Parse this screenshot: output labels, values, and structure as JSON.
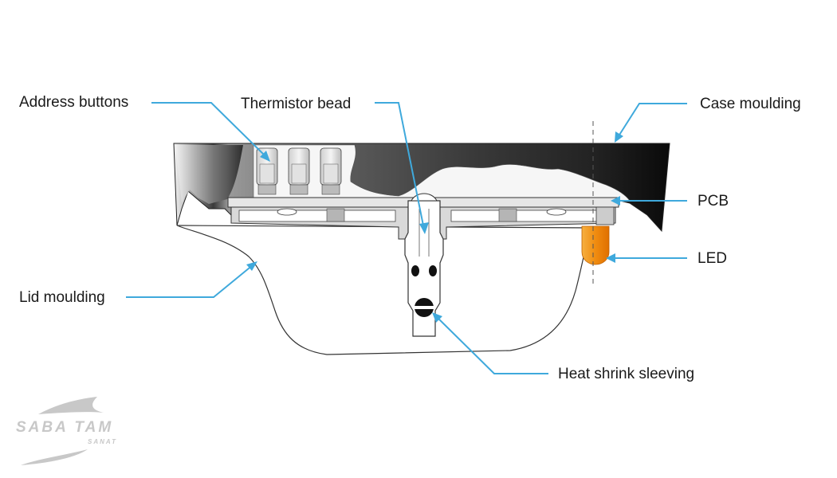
{
  "labels": {
    "address_buttons": "Address buttons",
    "thermistor_bead": "Thermistor bead",
    "case_moulding": "Case moulding",
    "pcb": "PCB",
    "led": "LED",
    "lid_moulding": "Lid moulding",
    "heat_shrink_sleeving": "Heat shrink sleeving"
  },
  "watermark": {
    "main": "SABA TAM",
    "sub": "SANAT"
  },
  "colors": {
    "leader_line": "#3fa9dc",
    "outline": "#333333",
    "led_fill": "#f0a020",
    "case_dark": "#1a1a1a",
    "pcb_fill": "#e6e6e6",
    "watermark": "#c8c8c8"
  }
}
